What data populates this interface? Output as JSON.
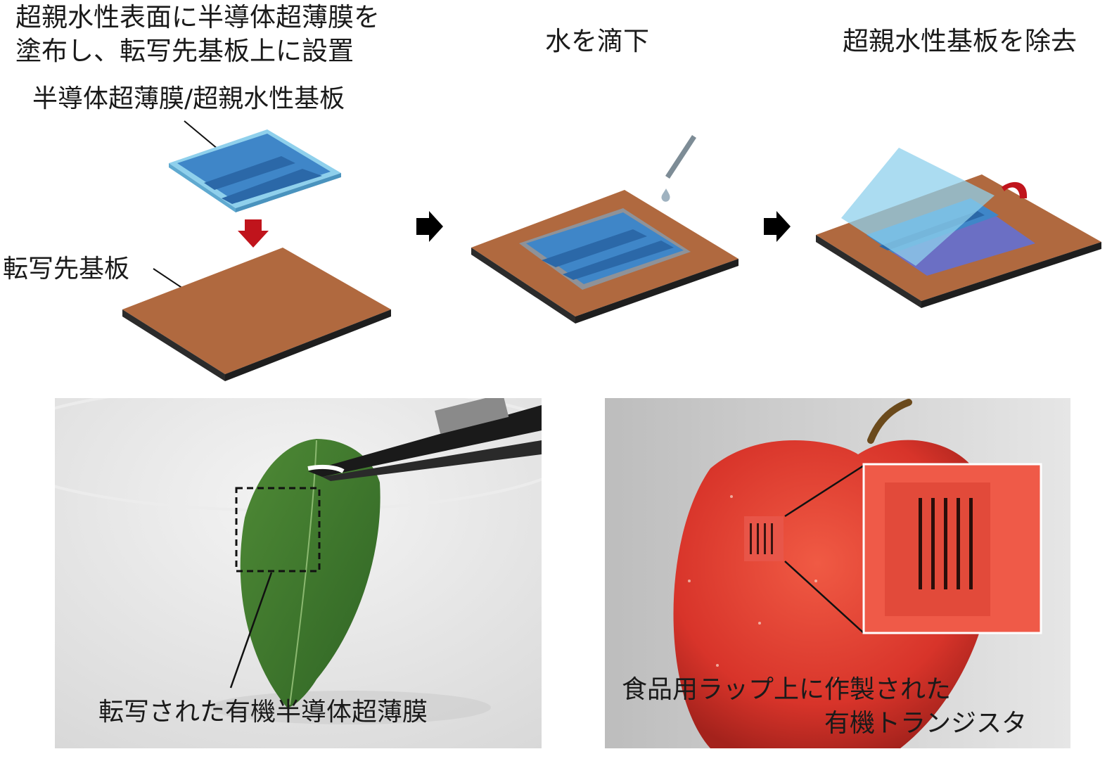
{
  "steps": {
    "step1_title_line1": "超親水性表面に半導体超薄膜を",
    "step1_title_line2": "塗布し、転写先基板上に設置",
    "step2_title": "水を滴下",
    "step3_title": "超親水性基板を除去"
  },
  "labels": {
    "film_on_substrate": "半導体超薄膜/超親水性基板",
    "target_substrate": "転写先基板"
  },
  "photos": {
    "leaf_caption": "転写された有機半導体超薄膜",
    "apple_caption_line1": "食品用ラップ上に作製された",
    "apple_caption_line2": "有機トランジスタ"
  },
  "colors": {
    "substrate": "#b0693f",
    "substrate_side": "#2b2b2b",
    "film_blue": "#3f86c8",
    "film_stripe": "#2b68a8",
    "hydrophilic_plate": "#8fd0ec",
    "arrow_red": "#c0141c",
    "leaf_green": "#3d7a2c",
    "apple_red": "#d8342a"
  }
}
